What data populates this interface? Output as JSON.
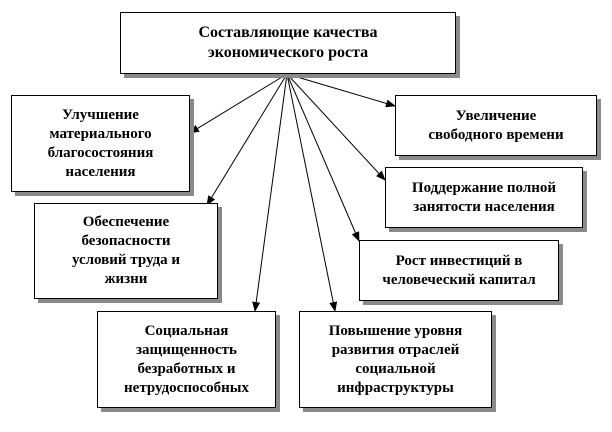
{
  "root": {
    "label": "Составляющие качества\nэкономического роста"
  },
  "components": [
    {
      "label": "Улучшение\nматериального\nблагосостояния\nнаселения"
    },
    {
      "label": "Увеличение\nсвободного времени"
    },
    {
      "label": "Поддержание полной\nзанятости населения"
    },
    {
      "label": "Обеспечение\nбезопасности\nусловий труда и\nжизни"
    },
    {
      "label": "Рост инвестиций в\nчеловеческий капитал"
    },
    {
      "label": "Социальная\nзащищенность\nбезработных и\nнетрудоспособных"
    },
    {
      "label": "Повышение уровня\nразвития отраслей\nсоциальной\nинфраструктуры"
    }
  ]
}
